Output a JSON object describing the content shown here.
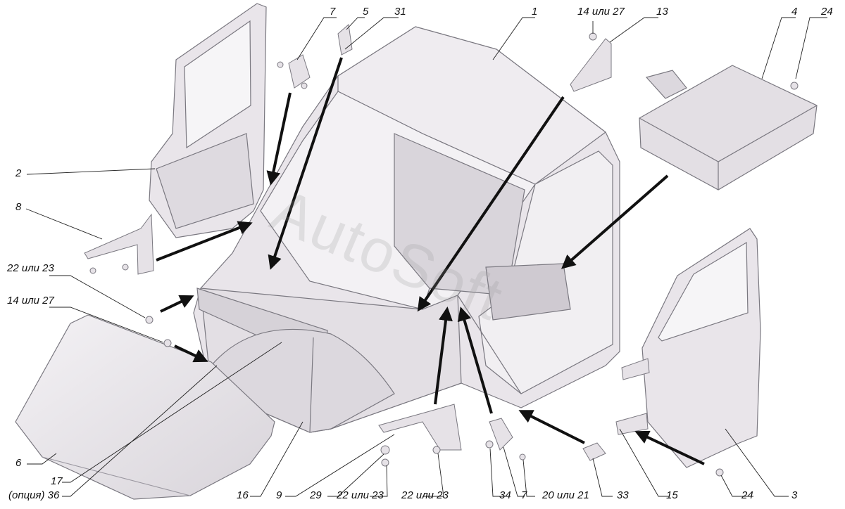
{
  "watermark": "AutoSoft",
  "colors": {
    "part_fill": "#e9e5ea",
    "part_stroke": "#7a7880",
    "arrow": "#111111",
    "leader": "#222222"
  },
  "labels": {
    "l7a": "7",
    "l5": "5",
    "l31": "31",
    "l1": "1",
    "l14a": "14 или 27",
    "l13": "13",
    "l4": "4",
    "l24a": "24",
    "l2": "2",
    "l8": "8",
    "l22a": "22 или 23",
    "l14b": "14 или 27",
    "l6": "6",
    "l17": "17",
    "l36": "(опция)  36",
    "l16": "16",
    "l9": "9",
    "l29": "29",
    "l22b": "22 или 23",
    "l22c": "22 или 23",
    "l34": "34",
    "l7b": "7",
    "l20": "20 или 21",
    "l33": "33",
    "l15": "15",
    "l24b": "24",
    "l3": "3"
  }
}
